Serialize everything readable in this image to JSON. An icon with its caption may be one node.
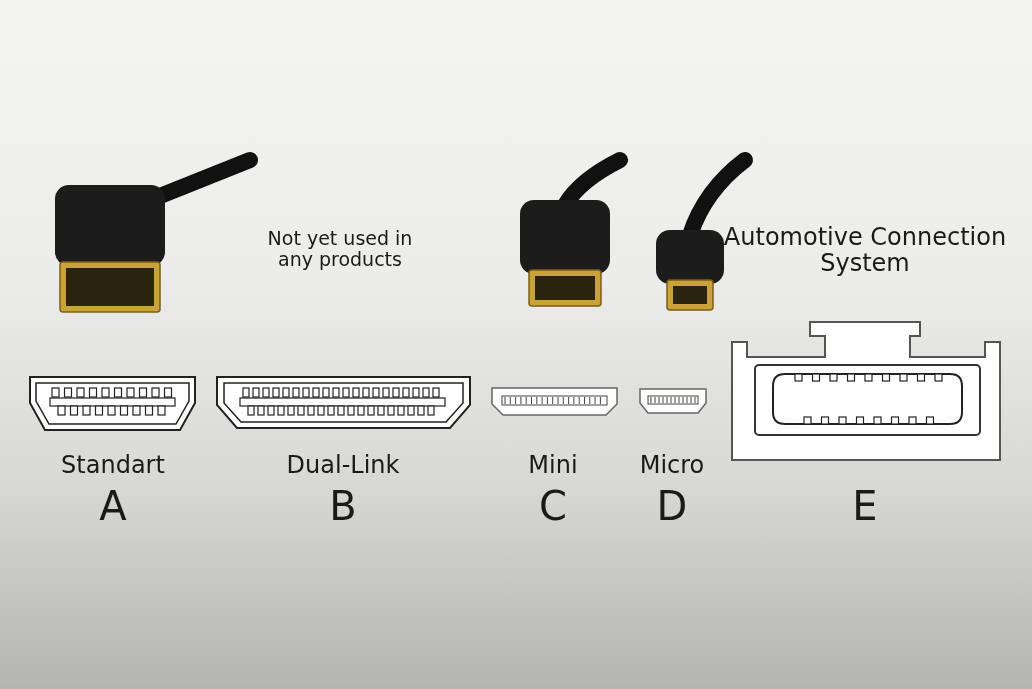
{
  "diagram": {
    "labels": [
      "Not yet used in any products",
      "Automotive Connection System",
      "Standart",
      "Dual-Link",
      "Mini",
      "Micro",
      "A",
      "B",
      "C",
      "D",
      "E"
    ]
  }
}
